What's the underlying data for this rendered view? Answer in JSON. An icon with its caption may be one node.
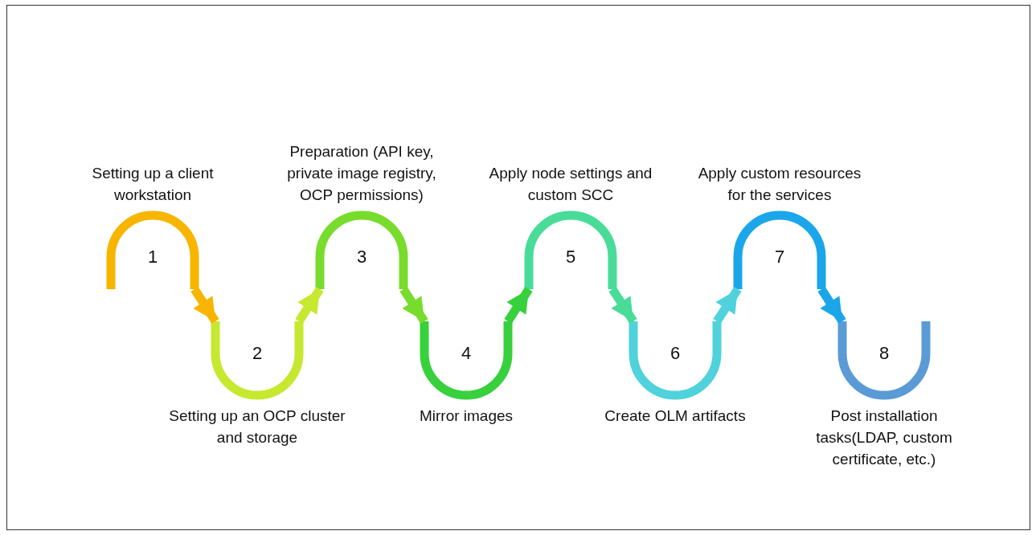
{
  "diagram": {
    "nodes": [
      {
        "text": [
          "1"
        ],
        "beside": [
          "Setting up a client workstation"
        ]
      },
      {
        "text": [
          "2"
        ],
        "beside": [
          "Setting up an OCP cluster and storage"
        ]
      },
      {
        "text": [
          "3"
        ],
        "beside": [
          "Preparation (API key, private image registry, OCP permissions)"
        ]
      },
      {
        "text": [
          "4"
        ],
        "beside": [
          "Mirror images"
        ]
      },
      {
        "text": [
          "5"
        ],
        "beside": [
          "Apply node settings and custom SCC"
        ]
      },
      {
        "text": [
          "6"
        ],
        "beside": [
          "Create OLM artifacts"
        ]
      },
      {
        "text": [
          "7"
        ],
        "beside": [
          "Apply custom resources for the services"
        ]
      },
      {
        "text": [
          "8"
        ],
        "beside": [
          "Post installation tasks(LDAP, custom certificate, etc.)"
        ]
      }
    ],
    "edges": [
      {
        "from": 0,
        "to": 1,
        "arrow": "to",
        "color": "#f7b500"
      },
      {
        "from": 1,
        "to": 2,
        "arrow": "to",
        "color": "#c6e82e"
      },
      {
        "from": 2,
        "to": 3,
        "arrow": "to",
        "color": "#78dc2c"
      },
      {
        "from": 3,
        "to": 4,
        "arrow": "to",
        "color": "#38d03c"
      },
      {
        "from": 4,
        "to": 5,
        "arrow": "to",
        "color": "#48dc98"
      },
      {
        "from": 5,
        "to": 6,
        "arrow": "to",
        "color": "#4fd2dc"
      },
      {
        "from": 6,
        "to": 7,
        "arrow": "to",
        "color": "#1ba6ea"
      }
    ]
  }
}
